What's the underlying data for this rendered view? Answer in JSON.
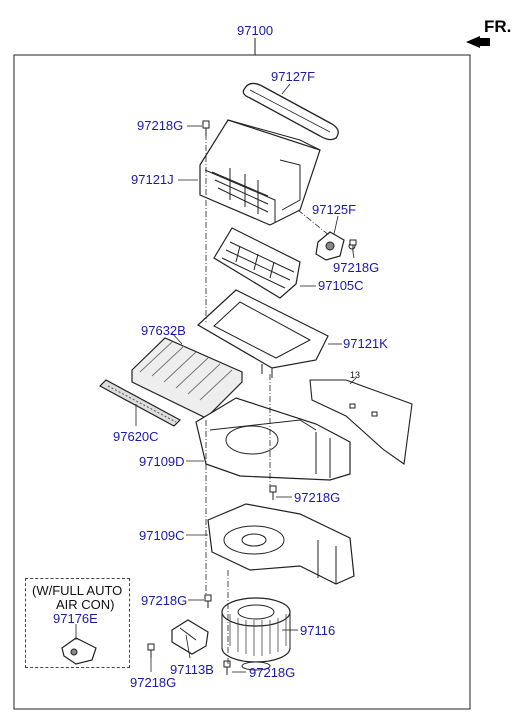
{
  "assembly": {
    "number": "97100"
  },
  "direction": {
    "label": "FR."
  },
  "parts": [
    {
      "id": "p1",
      "number": "97127F"
    },
    {
      "id": "p2",
      "number": "97218G"
    },
    {
      "id": "p3",
      "number": "97121J"
    },
    {
      "id": "p4",
      "number": "97125F"
    },
    {
      "id": "p5",
      "number": "97218G"
    },
    {
      "id": "p6",
      "number": "97105C"
    },
    {
      "id": "p7",
      "number": "97632B"
    },
    {
      "id": "p8",
      "number": "97121K"
    },
    {
      "id": "p9",
      "number": "13"
    },
    {
      "id": "p10",
      "number": "97620C"
    },
    {
      "id": "p11",
      "number": "97109D"
    },
    {
      "id": "p12",
      "number": "97218G"
    },
    {
      "id": "p13",
      "number": "97109C"
    },
    {
      "id": "p14",
      "number": "97218G"
    },
    {
      "id": "p15",
      "number": "97116"
    },
    {
      "id": "p16",
      "number": "97113B"
    },
    {
      "id": "p17",
      "number": "97218G"
    },
    {
      "id": "p18",
      "number": "97218G"
    },
    {
      "id": "p19",
      "number": "97176E"
    }
  ],
  "option_note": {
    "line1": "(W/FULL AUTO",
    "line2": "AIR CON)"
  },
  "colors": {
    "label": "#1a1aa8",
    "line": "#222222"
  }
}
